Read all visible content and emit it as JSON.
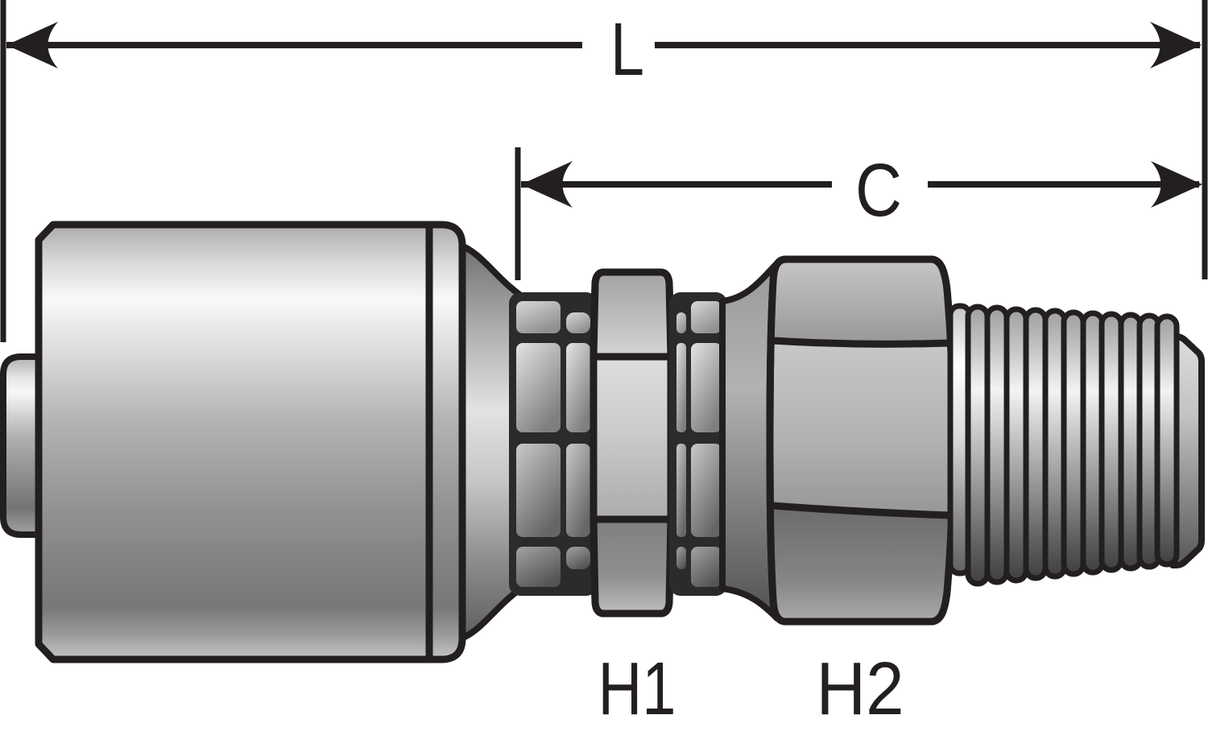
{
  "labels": {
    "dim_l": "L",
    "dim_c": "C",
    "hex_1": "H1",
    "hex_2": "H2"
  },
  "colors": {
    "background": "#ffffff",
    "ink": "#231f20",
    "metal_highlight": "#f9f9f9",
    "metal_mid": "#a8a8a8",
    "metal_dark": "#4f4f4f"
  }
}
